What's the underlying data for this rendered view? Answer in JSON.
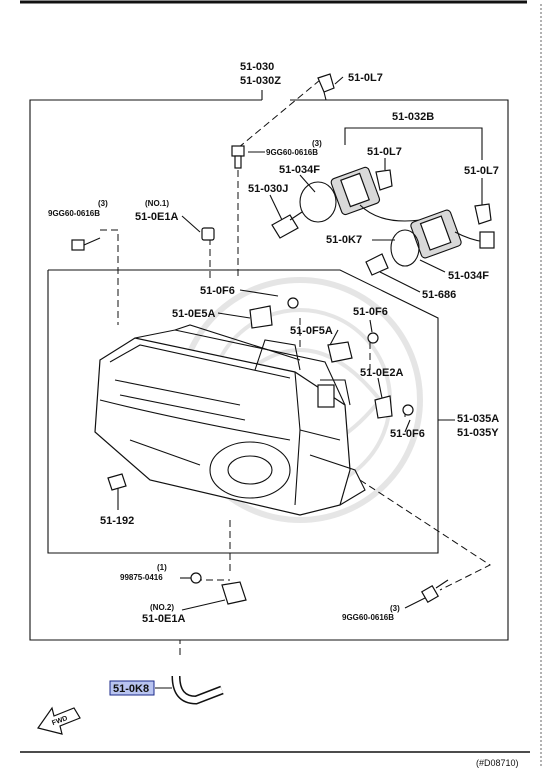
{
  "labels": {
    "l_51030": "51-030",
    "l_51030z": "51-030Z",
    "l_510l7_top": "51-0L7",
    "l_51032b": "51-032B",
    "l_510l7_a": "51-0L7",
    "l_510l7_b": "51-0L7",
    "l_bolt_qty_top": "(3)",
    "l_bolt_top": "9GG60-0616B",
    "l_51034f_a": "51-034F",
    "l_51030j": "51-030J",
    "l_510k7": "51-0K7",
    "l_51034f_b": "51-034F",
    "l_51686": "51-686",
    "l_bolt_qty_left": "(3)",
    "l_bolt_left": "9GG60-0616B",
    "l_no1": "(NO.1)",
    "l_510e1a_1": "51-0E1A",
    "l_510f6_a": "51-0F6",
    "l_510e5a": "51-0E5A",
    "l_510f5a": "51-0F5A",
    "l_510f6_b": "51-0F6",
    "l_510e2a": "51-0E2A",
    "l_510f6_c": "51-0F6",
    "l_51035a": "51-035A",
    "l_51035y": "51-035Y",
    "l_51192": "51-192",
    "l_qty_1": "(1)",
    "l_99875": "99875-0416",
    "l_no2": "(NO.2)",
    "l_510e1a_2": "51-0E1A",
    "l_bolt_qty_br": "(3)",
    "l_bolt_br": "9GG60-0616B",
    "l_510k8": "51-0K8",
    "l_fwd": "FWD",
    "l_footer": "(#D08710)"
  },
  "colors": {
    "highlight_fill": "#b9c4f0",
    "highlight_stroke": "#1b2a8a",
    "ink": "#111111"
  }
}
